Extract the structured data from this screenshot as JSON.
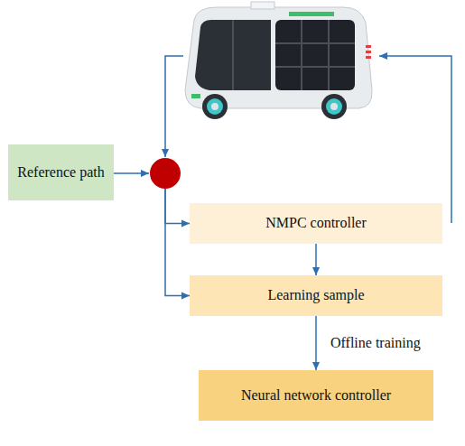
{
  "diagram": {
    "nodes": [
      {
        "text": [
          "Reference path"
        ]
      },
      {
        "text": [
          "NMPC controller"
        ]
      },
      {
        "text": [
          "Learning sample"
        ]
      },
      {
        "text": [
          "Neural network controller"
        ]
      }
    ],
    "edges": [
      {
        "from": 0,
        "to": 1,
        "arrow": "to"
      },
      {
        "from": 0,
        "to": 2,
        "arrow": "to"
      },
      {
        "from": 1,
        "to": 2,
        "arrow": "to"
      },
      {
        "from": 2,
        "to": 3,
        "label": "Offline training",
        "arrow": "to"
      }
    ]
  }
}
